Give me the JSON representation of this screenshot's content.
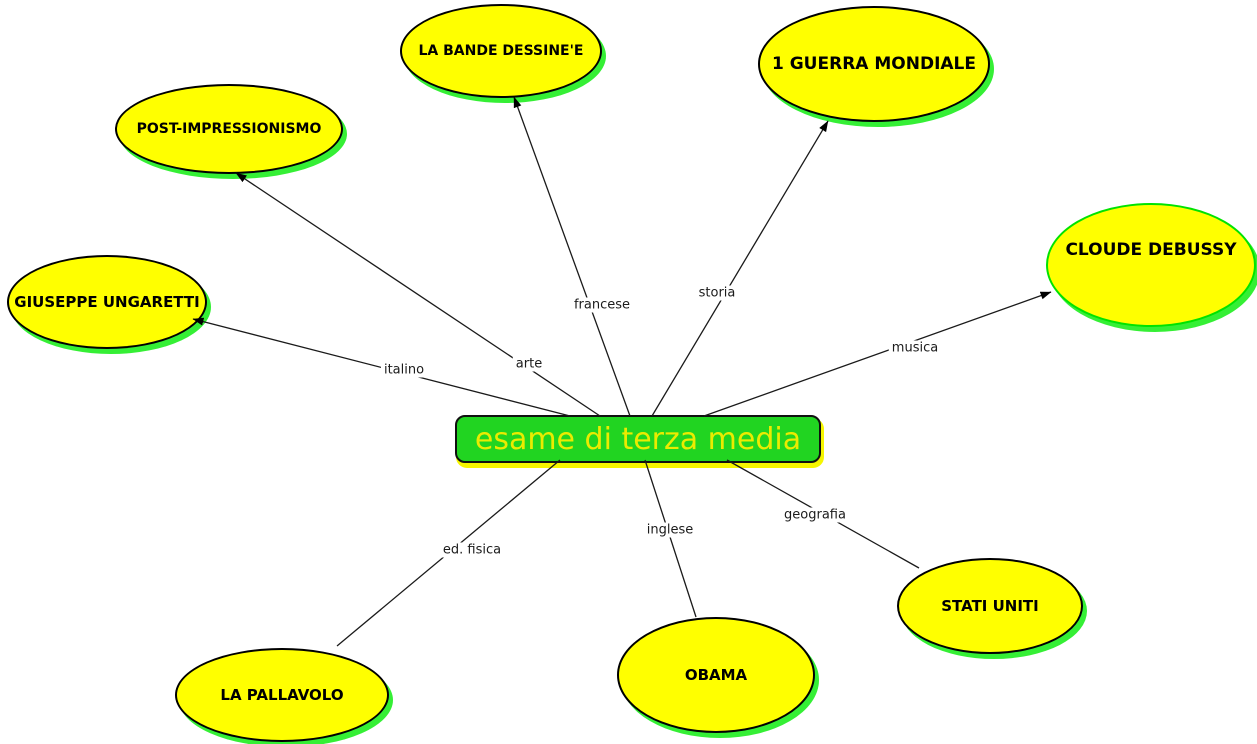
{
  "map": {
    "background_color": "#ffffff",
    "center_node": {
      "label": "esame di terza media",
      "fill_color": "#21d421",
      "text_color": "#ebeb00",
      "glow_color": "#f6f600",
      "border_color": "#101010"
    }
  },
  "nodes": [
    {
      "label": "POST-IMPRESSIONISMO",
      "fill_color": "#ffff00",
      "border_color": "#000000",
      "shadow_color": "#35ef35"
    },
    {
      "label": "LA BANDE DESSINE'E",
      "fill_color": "#ffff00",
      "border_color": "#000000",
      "shadow_color": "#35ef35"
    },
    {
      "label": "1 GUERRA MONDIALE",
      "fill_color": "#ffff00",
      "border_color": "#000000",
      "shadow_color": "#35ef35"
    },
    {
      "label": "CLOUDE DEBUSSY",
      "fill_color": "#ffff00",
      "border_color": "#00e300",
      "shadow_color": "#35ef35"
    },
    {
      "label": "GIUSEPPE UNGARETTI",
      "fill_color": "#ffff00",
      "border_color": "#000000",
      "shadow_color": "#35ef35"
    },
    {
      "label": "LA PALLAVOLO",
      "fill_color": "#ffff00",
      "border_color": "#000000",
      "shadow_color": "#35ef35"
    },
    {
      "label": "OBAMA",
      "fill_color": "#ffff00",
      "border_color": "#000000",
      "shadow_color": "#35ef35"
    },
    {
      "label": "STATI UNITI",
      "fill_color": "#ffff00",
      "border_color": "#000000",
      "shadow_color": "#35ef35"
    }
  ],
  "edges": [
    {
      "label": "italino",
      "from": "esame di terza media",
      "to": "GIUSEPPE UNGARETTI",
      "arrow": true
    },
    {
      "label": "arte",
      "from": "esame di terza media",
      "to": "POST-IMPRESSIONISMO",
      "arrow": true
    },
    {
      "label": "francese",
      "from": "esame di terza media",
      "to": "LA BANDE DESSINE'E",
      "arrow": true
    },
    {
      "label": "storia",
      "from": "esame di terza media",
      "to": "1 GUERRA MONDIALE",
      "arrow": true
    },
    {
      "label": "musica",
      "from": "esame di terza media",
      "to": "CLOUDE DEBUSSY",
      "arrow": true
    },
    {
      "label": "ed. fisica",
      "from": "esame di terza media",
      "to": "LA PALLAVOLO",
      "arrow": false
    },
    {
      "label": "inglese",
      "from": "esame di terza media",
      "to": "OBAMA",
      "arrow": false
    },
    {
      "label": "geografia",
      "from": "esame di terza media",
      "to": "STATI UNITI",
      "arrow": false
    }
  ]
}
